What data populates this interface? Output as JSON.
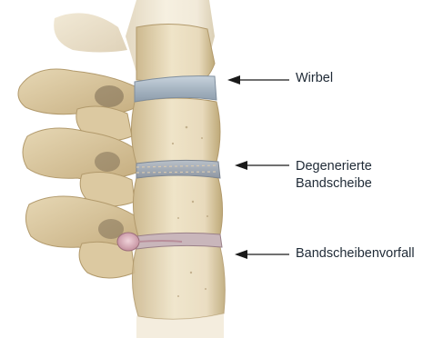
{
  "labels": {
    "vertebra": "Wirbel",
    "degenerated_line1": "Degenerierte",
    "degenerated_line2": "Bandscheibe",
    "herniation": "Bandscheibenvorfall"
  },
  "colors": {
    "bone": "#e9dcc0",
    "bone_shadow": "#b8a47c",
    "disc": "#a9b7c3",
    "disc_degenerated": "#9aa3ae",
    "herniation": "#d7a7b4",
    "arrow": "#1a1a1a",
    "text": "#1f2a36"
  },
  "icons": [
    "arrow-left-icon"
  ]
}
